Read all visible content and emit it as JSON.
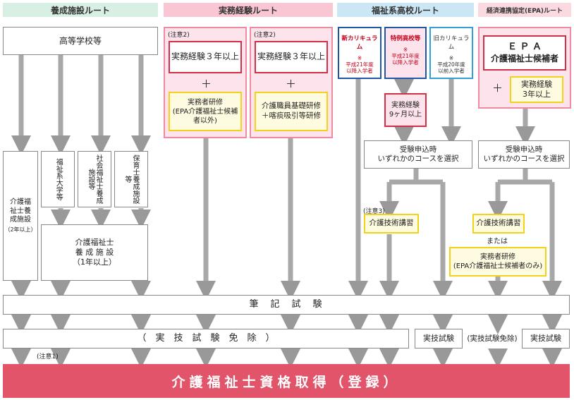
{
  "headers": {
    "training": "養成施設ルート",
    "experience": "実務経験ルート",
    "welfare_hs": "福祉系高校ルート",
    "epa": "経済連携協定(EPA)ルート"
  },
  "training": {
    "hs": "高等学校等",
    "care_2yr": "介護福祉士養成施設",
    "care_2yr_note": "（2年以上）",
    "welfare_univ": "福祉系大学等",
    "social_welfare": "社会福祉士養成施設等",
    "nursery": "保育士養成施設等",
    "care_1yr_l1": "介護福祉士",
    "care_1yr_l2": "養 成 施 設",
    "care_1yr_l3": "（1年以上）"
  },
  "experience": {
    "note1": "(注意2)",
    "exp1": "実務経験３年以上",
    "plus1": "＋",
    "training1": "実務者研修\n(EPA介護福祉士候補者以外)",
    "note2": "(注意2)",
    "exp2": "実務経験３年以上",
    "plus2": "＋",
    "training2": "介護職員基礎研修\n＋喀痰吸引等研修"
  },
  "welfare_hs": {
    "new_title": "新カリキュラム",
    "new_sub": "※\n平成21年度\n以降入学者",
    "special_title": "特例高校等",
    "special_sub": "※\n平成21年度\n以降入学者",
    "old_title": "旧カリキュラム",
    "old_sub": "※\n平成20年度\n以前入学者",
    "exp9": "実務経験\n9ヶ月以上",
    "select": "受験申込時\nいずれかのコースを選択",
    "note3": "(注意3)",
    "skill_course": "介護技術講習"
  },
  "epa": {
    "candidate_l1": "Ｅ Ｐ Ａ",
    "candidate_l2": "介護福祉士候補者",
    "plus": "＋",
    "exp3": "実務経験\n3年以上",
    "select": "受験申込時\nいずれかのコースを選択",
    "skill_course": "介護技術講習",
    "or": "または",
    "practitioner": "実務者研修\n(EPA介護福祉士候補者のみ)"
  },
  "bottom": {
    "written": "筆　記　試　験",
    "exempt_wide": "（　実　技　試　験　免　除　）",
    "practical1": "実技試験",
    "exempt_short": "(実技試験免除)",
    "practical2": "実技試験",
    "note1": "(注意1)",
    "result": "介護福祉士資格取得（登録）"
  },
  "colors": {
    "header_green": "#d8f0e4",
    "header_pink": "#f9c7d3",
    "header_blue": "#cbe7f6",
    "header_epa": "#fbd9e1",
    "arrow": "#999999",
    "result_bg": "#e2546a"
  }
}
